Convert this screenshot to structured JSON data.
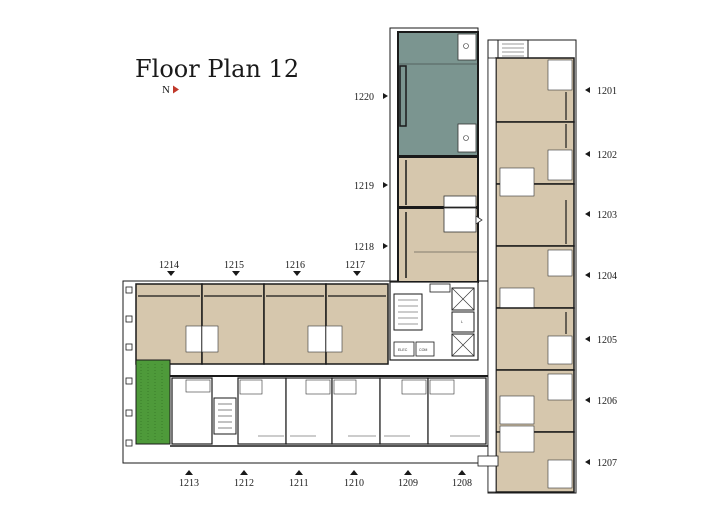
{
  "title": "Floor Plan 12",
  "north": {
    "label": "N",
    "arrow_color": "#c0392b"
  },
  "colors": {
    "unit_fill": "#d6c7ad",
    "highlight_fill": "#7b9590",
    "garden_fill": "#4e9a3a",
    "wall": "#1a1a1a",
    "corridor": "#ffffff"
  },
  "highlighted_unit": "1220",
  "units": {
    "u1220": "1220",
    "u1219": "1219",
    "u1218": "1218",
    "u1201": "1201",
    "u1202": "1202",
    "u1203": "1203",
    "u1204": "1204",
    "u1205": "1205",
    "u1206": "1206",
    "u1207": "1207",
    "u1214": "1214",
    "u1215": "1215",
    "u1216": "1216",
    "u1217": "1217",
    "u1213": "1213",
    "u1212": "1212",
    "u1211": "1211",
    "u1210": "1210",
    "u1209": "1209",
    "u1208": "1208"
  },
  "core_labels": {
    "elec": "ELEC",
    "com": "COM",
    "lift": "L"
  }
}
